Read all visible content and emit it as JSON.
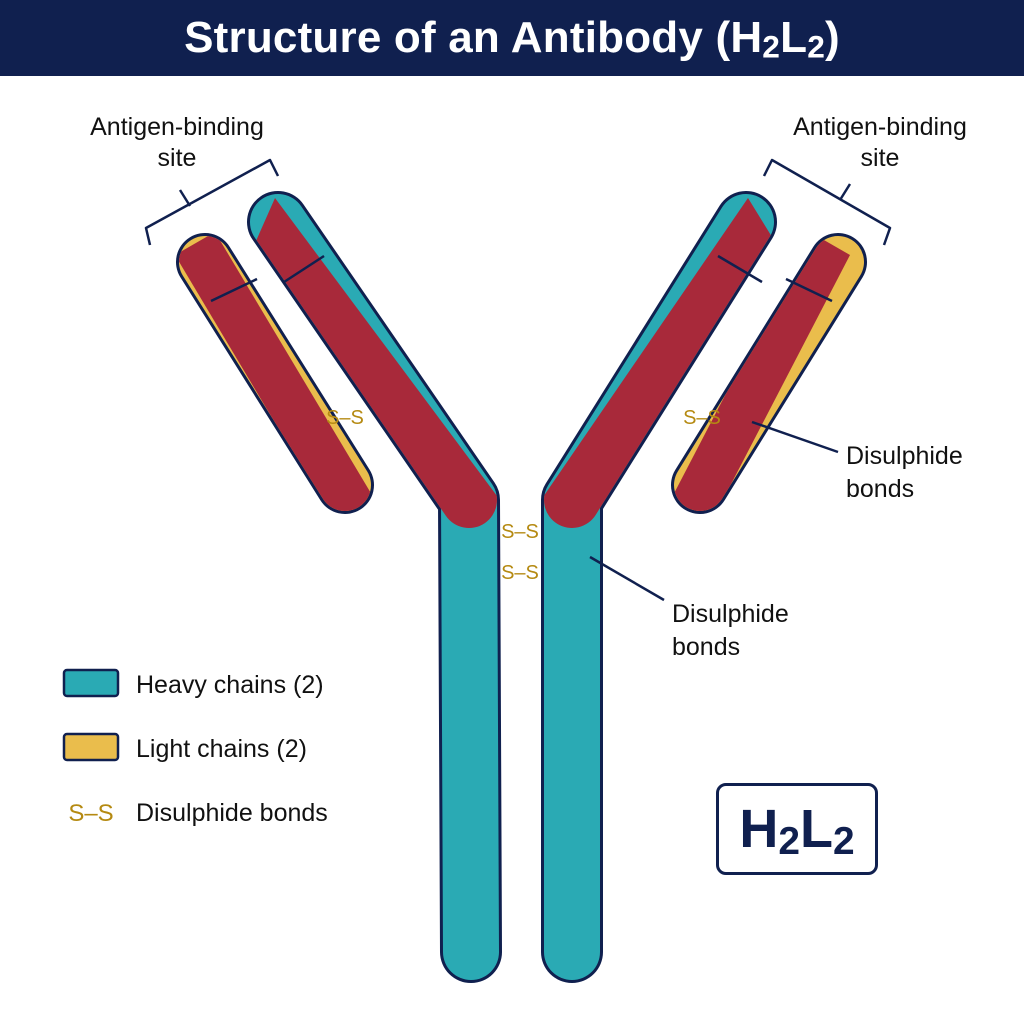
{
  "title": {
    "main": "Structure of an Antibody (H",
    "sub1": "2",
    "mid": "L",
    "sub2": "2",
    "end": ")"
  },
  "labels": {
    "antigen_left_line1": "Antigen-binding",
    "antigen_left_line2": "site",
    "antigen_right_line1": "Antigen-binding",
    "antigen_right_line2": "site",
    "disulphide_light_line1": "Disulphide",
    "disulphide_light_line2": "bonds",
    "disulphide_hinge_line1": "Disulphide",
    "disulphide_hinge_line2": "bonds"
  },
  "bond_symbol": "S–S",
  "legend": {
    "heavy": "Heavy chains (2)",
    "light": "Light chains (2)",
    "bond_symbol": "S–S",
    "bond": "Disulphide bonds"
  },
  "formula": {
    "h": "H",
    "h_sub": "2",
    "l": "L",
    "l_sub": "2"
  },
  "colors": {
    "header_bg": "#10204f",
    "heavy_chain": "#2aaab4",
    "light_chain": "#eabd4c",
    "variable_region": "#a8293a",
    "outline": "#10204f",
    "bond": "#b58a12"
  }
}
